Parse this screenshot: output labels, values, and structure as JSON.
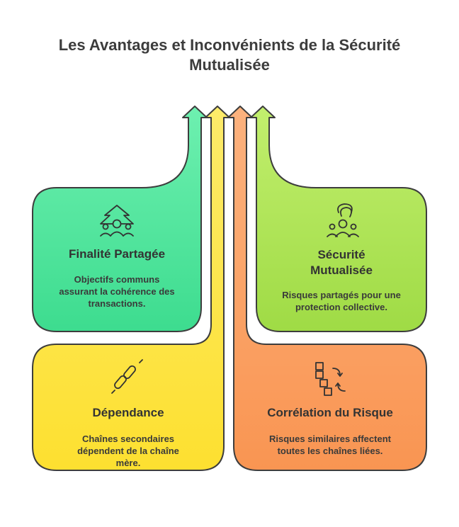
{
  "title": {
    "line1": "Les Avantages et Inconvénients de la Sécurité",
    "line2": "Mutualisée"
  },
  "colors": {
    "green": "#4fe39c",
    "lime": "#aee35a",
    "yellow": "#fde64a",
    "orange": "#fba36a",
    "outline": "#3d3d3d"
  },
  "cards": {
    "finalite": {
      "heading": "Finalité Partagée",
      "description": "Objectifs communs assurant la cohérence des transactions.",
      "icon": "shared-goal-icon"
    },
    "securite": {
      "heading": "Sécurité Mutualisée",
      "description": "Risques partagés pour une protection collective.",
      "icon": "group-protection-icon"
    },
    "dependance": {
      "heading": "Dépendance",
      "description": "Chaînes secondaires dépendent de la chaîne mère.",
      "icon": "chain-link-icon"
    },
    "correlation": {
      "heading": "Corrélation du Risque",
      "description": "Risques similaires affectent toutes les chaînes liées.",
      "icon": "linked-blocks-icon"
    }
  }
}
